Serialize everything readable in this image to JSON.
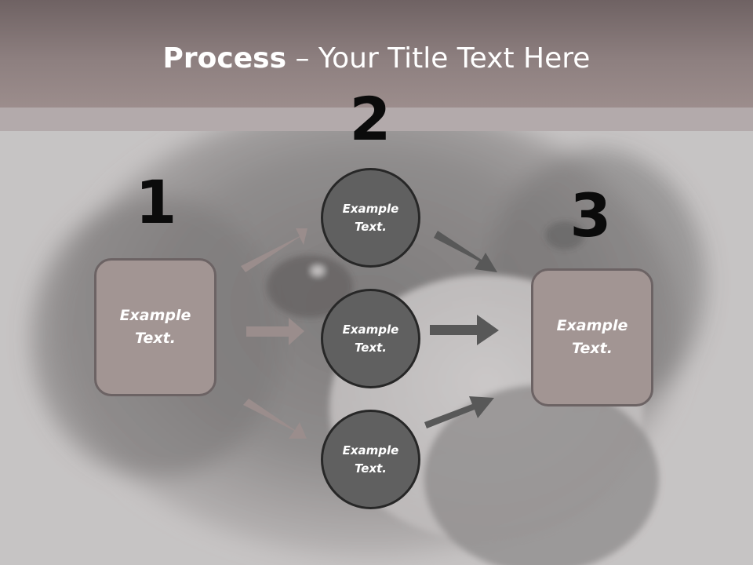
{
  "title": {
    "strong": "Process",
    "rest": " – Your Title Text Here"
  },
  "steps": [
    "1",
    "2",
    "3"
  ],
  "input_box": {
    "text": "Example\nText."
  },
  "output_box": {
    "text": "Example\nText."
  },
  "circles": [
    {
      "text": "Example\nText."
    },
    {
      "text": "Example\nText."
    },
    {
      "text": "Example\nText."
    }
  ],
  "colors": {
    "box_fill": "#a29593",
    "box_border": "#6c6364",
    "circle_fill": "#606060",
    "circle_border": "#272727",
    "arrow_in": "#9a8d8c",
    "arrow_out": "#585858"
  }
}
